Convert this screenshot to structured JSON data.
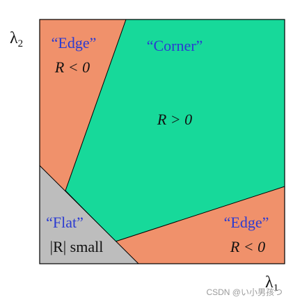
{
  "axes": {
    "y_label": "λ",
    "y_sub": "2",
    "x_label": "λ",
    "x_sub": "1"
  },
  "regions": {
    "edge_top": {
      "quote": "“Edge”",
      "condition": "R < 0",
      "color": "#f0916b"
    },
    "corner": {
      "quote": "“Corner”",
      "condition": "R > 0",
      "color": "#17d99a"
    },
    "edge_bottom": {
      "quote": "“Edge”",
      "condition": "R < 0",
      "color": "#f0916b"
    },
    "flat": {
      "quote": "“Flat”",
      "condition": "|R| small",
      "color": "#bdbdbd"
    }
  },
  "watermark": "CSDN @い小男孩つ"
}
